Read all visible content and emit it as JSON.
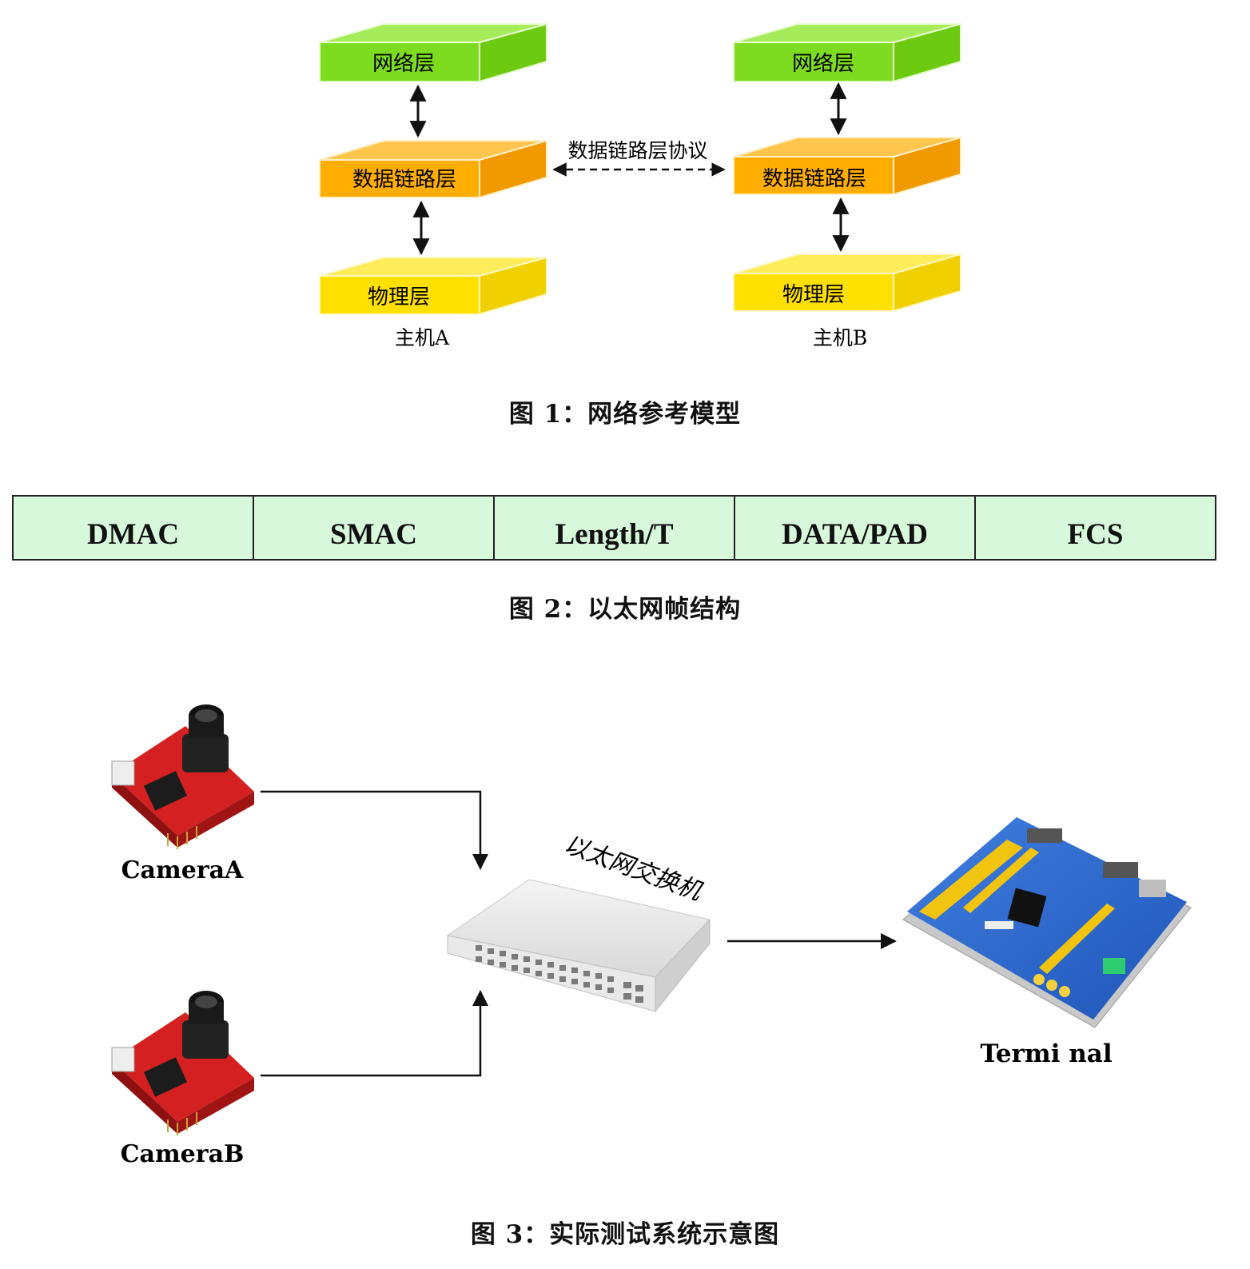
{
  "figure1": {
    "host_a": {
      "layers": [
        "网络层",
        "数据链路层",
        "物理层"
      ],
      "label": "主机A"
    },
    "host_b": {
      "layers": [
        "网络层",
        "数据链路层",
        "物理层"
      ],
      "label": "主机B"
    },
    "protocol_label": "数据链路层协议",
    "caption": "图 1：网络参考模型",
    "colors": {
      "network": "#7ddc1f",
      "datalink": "#ffae00",
      "physical": "#ffe000"
    }
  },
  "figure2": {
    "fields": [
      "DMAC",
      "SMAC",
      "Length/T",
      "DATA/PAD",
      "FCS"
    ],
    "caption": "图 2：以太网帧结构",
    "cell_color": "#d8f8db"
  },
  "figure3": {
    "camera_a_label": "CameraA",
    "camera_b_label": "CameraB",
    "switch_label": "以太网交换机",
    "terminal_label": "Termi nal",
    "caption": "图 3：实际测试系统示意图"
  }
}
